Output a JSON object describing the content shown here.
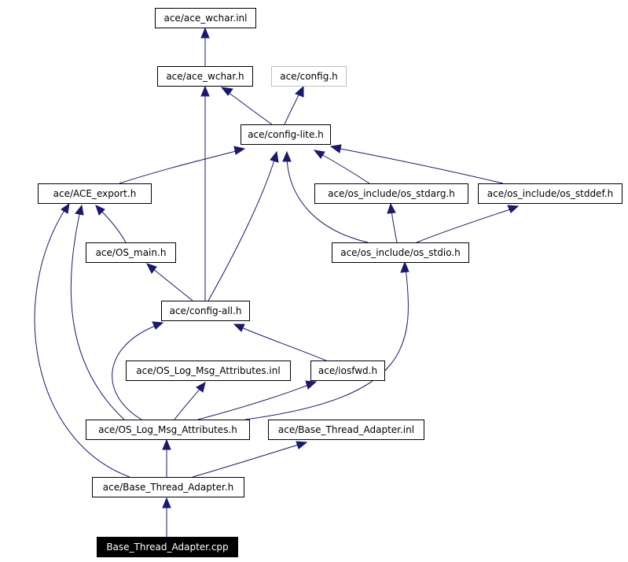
{
  "diagram": {
    "nodes": {
      "ace_wchar_inl": "ace/ace_wchar.inl",
      "ace_wchar_h": "ace/ace_wchar.h",
      "config_h": "ace/config.h",
      "config_lite_h": "ace/config-lite.h",
      "ace_export_h": "ace/ACE_export.h",
      "os_stdarg_h": "ace/os_include/os_stdarg.h",
      "os_stddef_h": "ace/os_include/os_stddef.h",
      "os_main_h": "ace/OS_main.h",
      "os_stdio_h": "ace/os_include/os_stdio.h",
      "config_all_h": "ace/config-all.h",
      "log_msg_attr_inl": "ace/OS_Log_Msg_Attributes.inl",
      "iosfwd_h": "ace/iosfwd.h",
      "log_msg_attr_h": "ace/OS_Log_Msg_Attributes.h",
      "base_thread_adapter_inl": "ace/Base_Thread_Adapter.inl",
      "base_thread_adapter_h": "ace/Base_Thread_Adapter.h",
      "base_thread_adapter_cpp": "Base_Thread_Adapter.cpp"
    },
    "colors": {
      "edge": "#191970",
      "node_border": "#000000",
      "external_node_border": "#bfbfbf",
      "root_fill": "#000000",
      "root_text": "#ffffff"
    }
  }
}
